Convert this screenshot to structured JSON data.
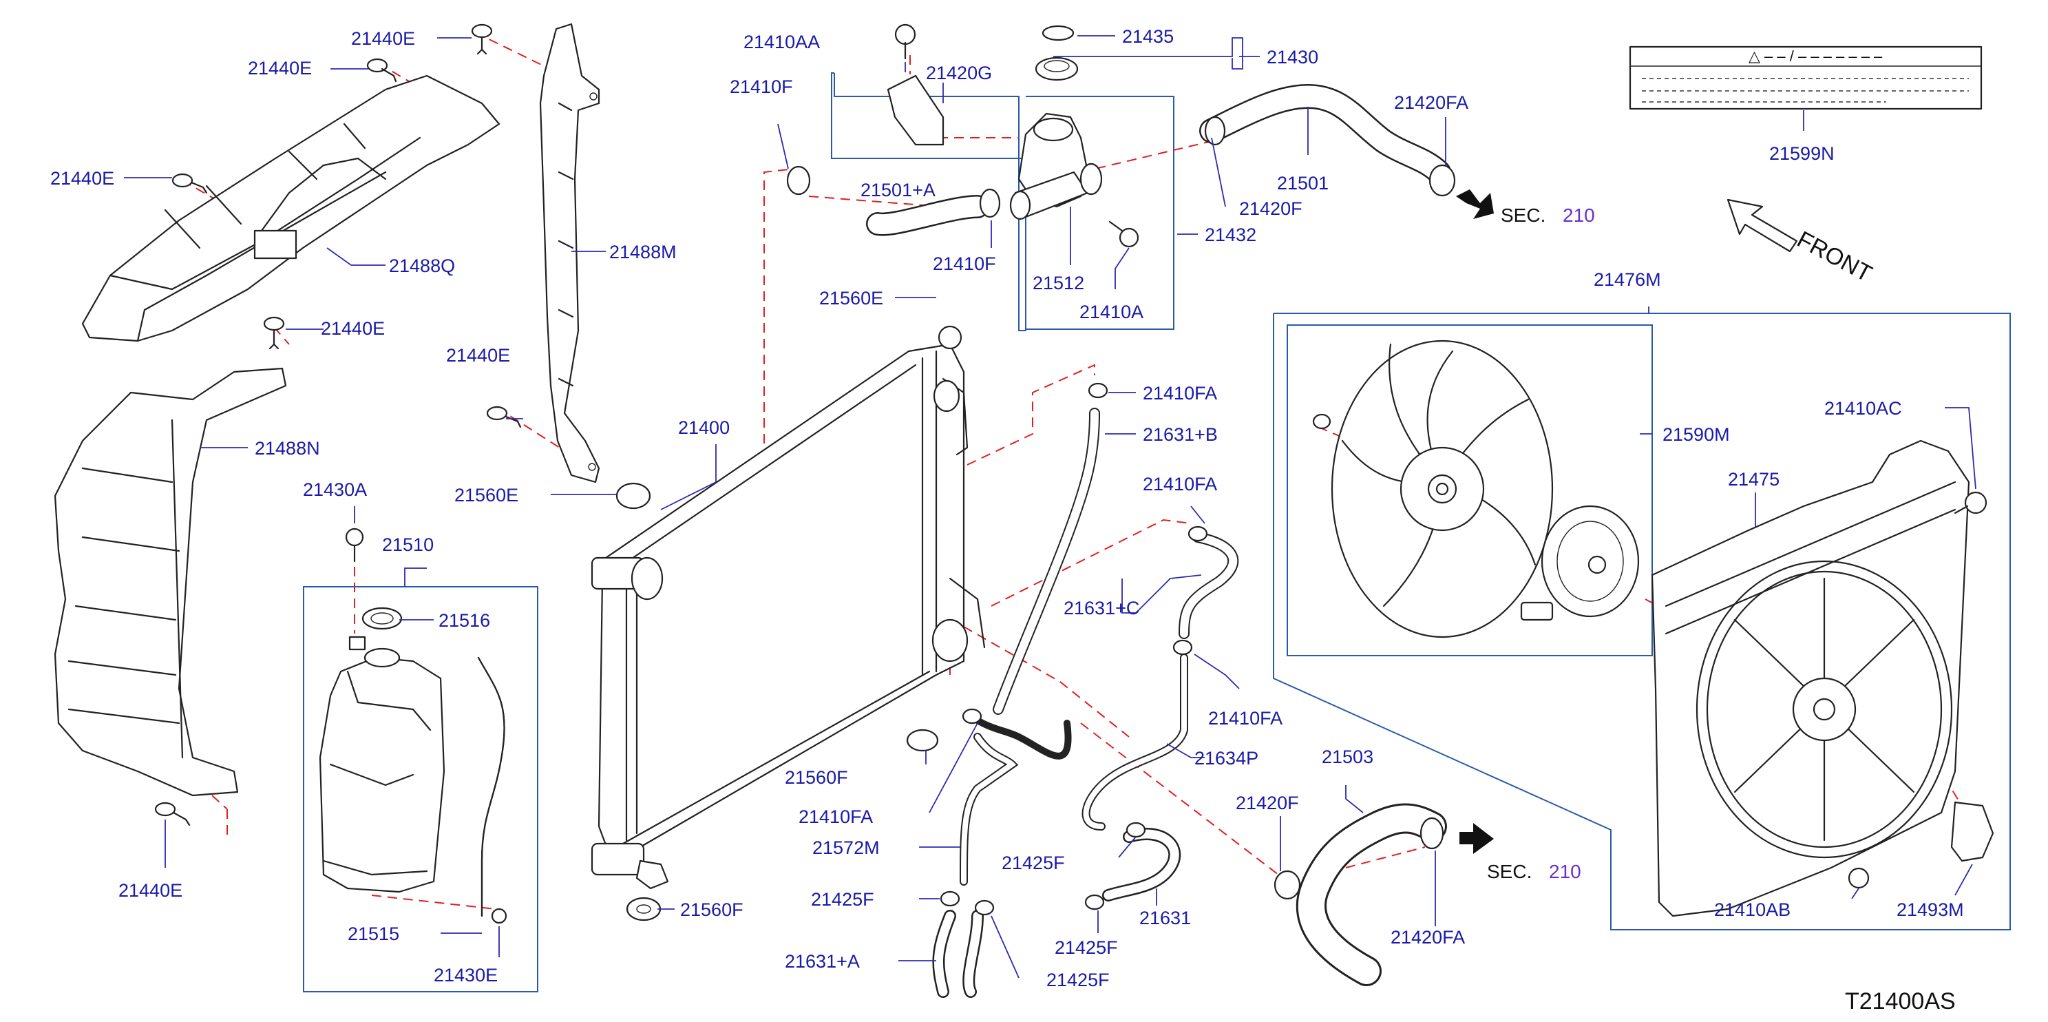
{
  "labels": {
    "p_21440E_a": "21440E",
    "p_21440E_b": "21440E",
    "p_21440E_c": "21440E",
    "p_21440E_d": "21440E",
    "p_21440E_e": "21440E",
    "p_21440E_f": "21440E",
    "p_21488Q": "21488Q",
    "p_21488M": "21488M",
    "p_21488N": "21488N",
    "p_21430A": "21430A",
    "p_21510": "21510",
    "p_21516": "21516",
    "p_21515": "21515",
    "p_21430E": "21430E",
    "p_21400": "21400",
    "p_21560E_top": "21560E",
    "p_21560E_mid": "21560E",
    "p_21560F_a": "21560F",
    "p_21560F_b": "21560F",
    "p_21410AA": "21410AA",
    "p_21420G": "21420G",
    "p_21410F_a": "21410F",
    "p_21501A": "21501+A",
    "p_21410F_b": "21410F",
    "p_21512": "21512",
    "p_21410A": "21410A",
    "p_21435": "21435",
    "p_21430": "21430",
    "p_21432": "21432",
    "p_21501": "21501",
    "p_21420F_top": "21420F",
    "p_21420FA_top": "21420FA",
    "sec_top": "SEC.",
    "sec_top_num": "210",
    "p_21410FA_a": "21410FA",
    "p_21631B": "21631+B",
    "p_21410FA_b": "21410FA",
    "p_21631C": "21631+C",
    "p_21410FA_c": "21410FA",
    "p_21634P": "21634P",
    "p_21410FA_d": "21410FA",
    "p_21572M": "21572M",
    "p_21425F_a": "21425F",
    "p_21425F_b": "21425F",
    "p_21425F_c": "21425F",
    "p_21425F_d": "21425F",
    "p_21631A": "21631+A",
    "p_21631": "21631",
    "p_21503": "21503",
    "p_21420F_bot": "21420F",
    "p_21420FA_bot": "21420FA",
    "sec_bot": "SEC.",
    "sec_bot_num": "210",
    "p_21599N": "21599N",
    "p_21476M": "21476M",
    "p_21590M": "21590M",
    "p_21410AC": "21410AC",
    "p_21475": "21475",
    "p_21410AB": "21410AB",
    "p_21493M": "21493M",
    "front": "FRONT",
    "diagram_code": "T21400AS"
  },
  "caution_label": {
    "header": "△ – – / – – – – – – –"
  },
  "colors": {
    "label_blue": "#1a1aa8",
    "leader_blue": "#2b2bb0",
    "box_blue": "#2b5aa8",
    "dash_red": "#e02020",
    "sec_purple": "#6a2fc8",
    "linework": "#222222"
  }
}
